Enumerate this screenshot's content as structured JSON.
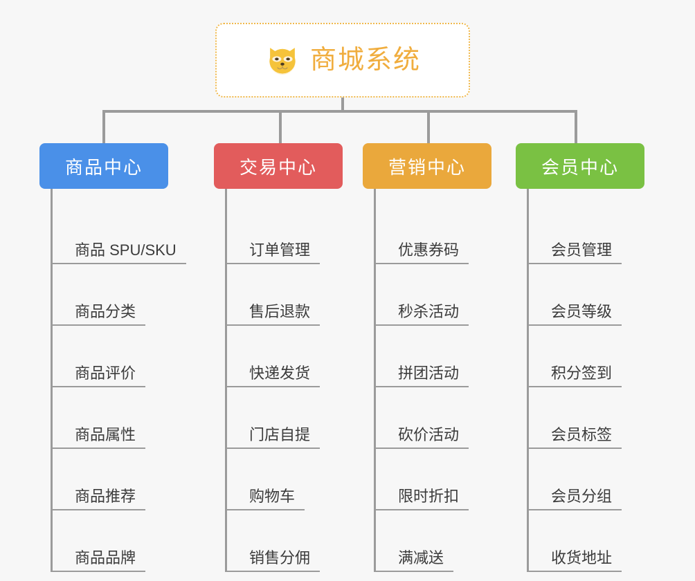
{
  "page": {
    "background_color": "#f7f7f7",
    "text_color": "#3b3b3b",
    "line_color": "#9b9b9b"
  },
  "root": {
    "title": "商城系统",
    "icon": "shiba-dog-icon",
    "accent_color": "#f0ad3e",
    "border_color": "#f0b84a",
    "background_color": "#ffffff"
  },
  "branches": [
    {
      "id": "product-center",
      "label": "商品中心",
      "color": "#4a90e8",
      "items": [
        "商品 SPU/SKU",
        "商品分类",
        "商品评价",
        "商品属性",
        "商品推荐",
        "商品品牌"
      ]
    },
    {
      "id": "trade-center",
      "label": "交易中心",
      "color": "#e25c5c",
      "items": [
        "订单管理",
        "售后退款",
        "快递发货",
        "门店自提",
        "购物车",
        "销售分佣"
      ]
    },
    {
      "id": "marketing-center",
      "label": "营销中心",
      "color": "#eaa83c",
      "items": [
        "优惠券码",
        "秒杀活动",
        "拼团活动",
        "砍价活动",
        "限时折扣",
        "满减送"
      ]
    },
    {
      "id": "member-center",
      "label": "会员中心",
      "color": "#7ac143",
      "items": [
        "会员管理",
        "会员等级",
        "积分签到",
        "会员标签",
        "会员分组",
        "收货地址"
      ]
    }
  ]
}
